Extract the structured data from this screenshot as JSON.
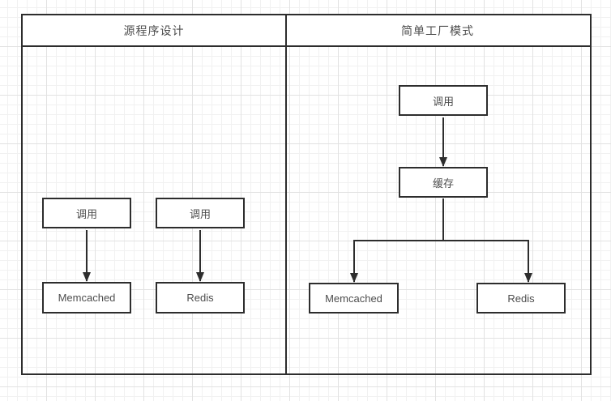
{
  "diagram": {
    "lanes": {
      "source": {
        "title": "源程序设计"
      },
      "factory": {
        "title": "简单工厂模式"
      }
    },
    "nodes": {
      "src_call_1": {
        "label": "调用"
      },
      "src_call_2": {
        "label": "调用"
      },
      "src_memcached": {
        "label": "Memcached"
      },
      "src_redis": {
        "label": "Redis"
      },
      "factory_call": {
        "label": "调用"
      },
      "factory_cache": {
        "label": "缓存"
      },
      "factory_memcached": {
        "label": "Memcached"
      },
      "factory_redis": {
        "label": "Redis"
      }
    },
    "colors": {
      "stroke": "#2d2d2d",
      "text": "#4d4d4d",
      "node_fill": "#ffffff",
      "grid_minor": "#f1f1f1",
      "grid_major": "#e2e2e2"
    }
  }
}
